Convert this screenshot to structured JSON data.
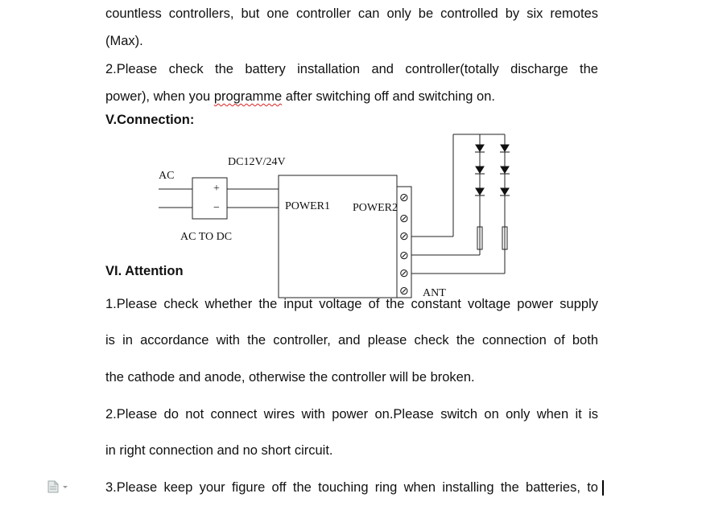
{
  "text": {
    "line1": "countless controllers, but one controller can only be controlled by six remotes",
    "line2": "(Max).",
    "line3": "2.Please check the battery installation and controller(totally discharge the",
    "line4_pre": "power), when you ",
    "line4_word": "programme",
    "line4_post": " after switching off and switching on.",
    "heading5": "V.Connection:",
    "heading6": "VI. Attention",
    "line7_pre": "1.Please check whether the ",
    "line7_mid": "input voltage of th",
    "line7_post": "e constant voltage power supply",
    "line8": "is in accordance with the controller, and please check the connection of both",
    "line9": "the cathode and anode, otherwise the controller will be broken.",
    "line10": "2.Please do not connect wires with power on.Please switch on only when it is",
    "line11": "in right connection and no short circuit.",
    "line12": "3.Please keep your figure off the touching ring when installing the batteries, to"
  },
  "diagram": {
    "ac_label": "AC",
    "dc_label": "DC12V/24V",
    "converter_label": "AC TO DC",
    "plus": "+",
    "minus": "−",
    "power1_label": "POWER1",
    "power2_label": "POWER2",
    "ant_label": "ANT",
    "terminal_symbol": "⊘"
  },
  "ui": {
    "doc_icon": "document-icon",
    "caret": "text-cursor"
  }
}
